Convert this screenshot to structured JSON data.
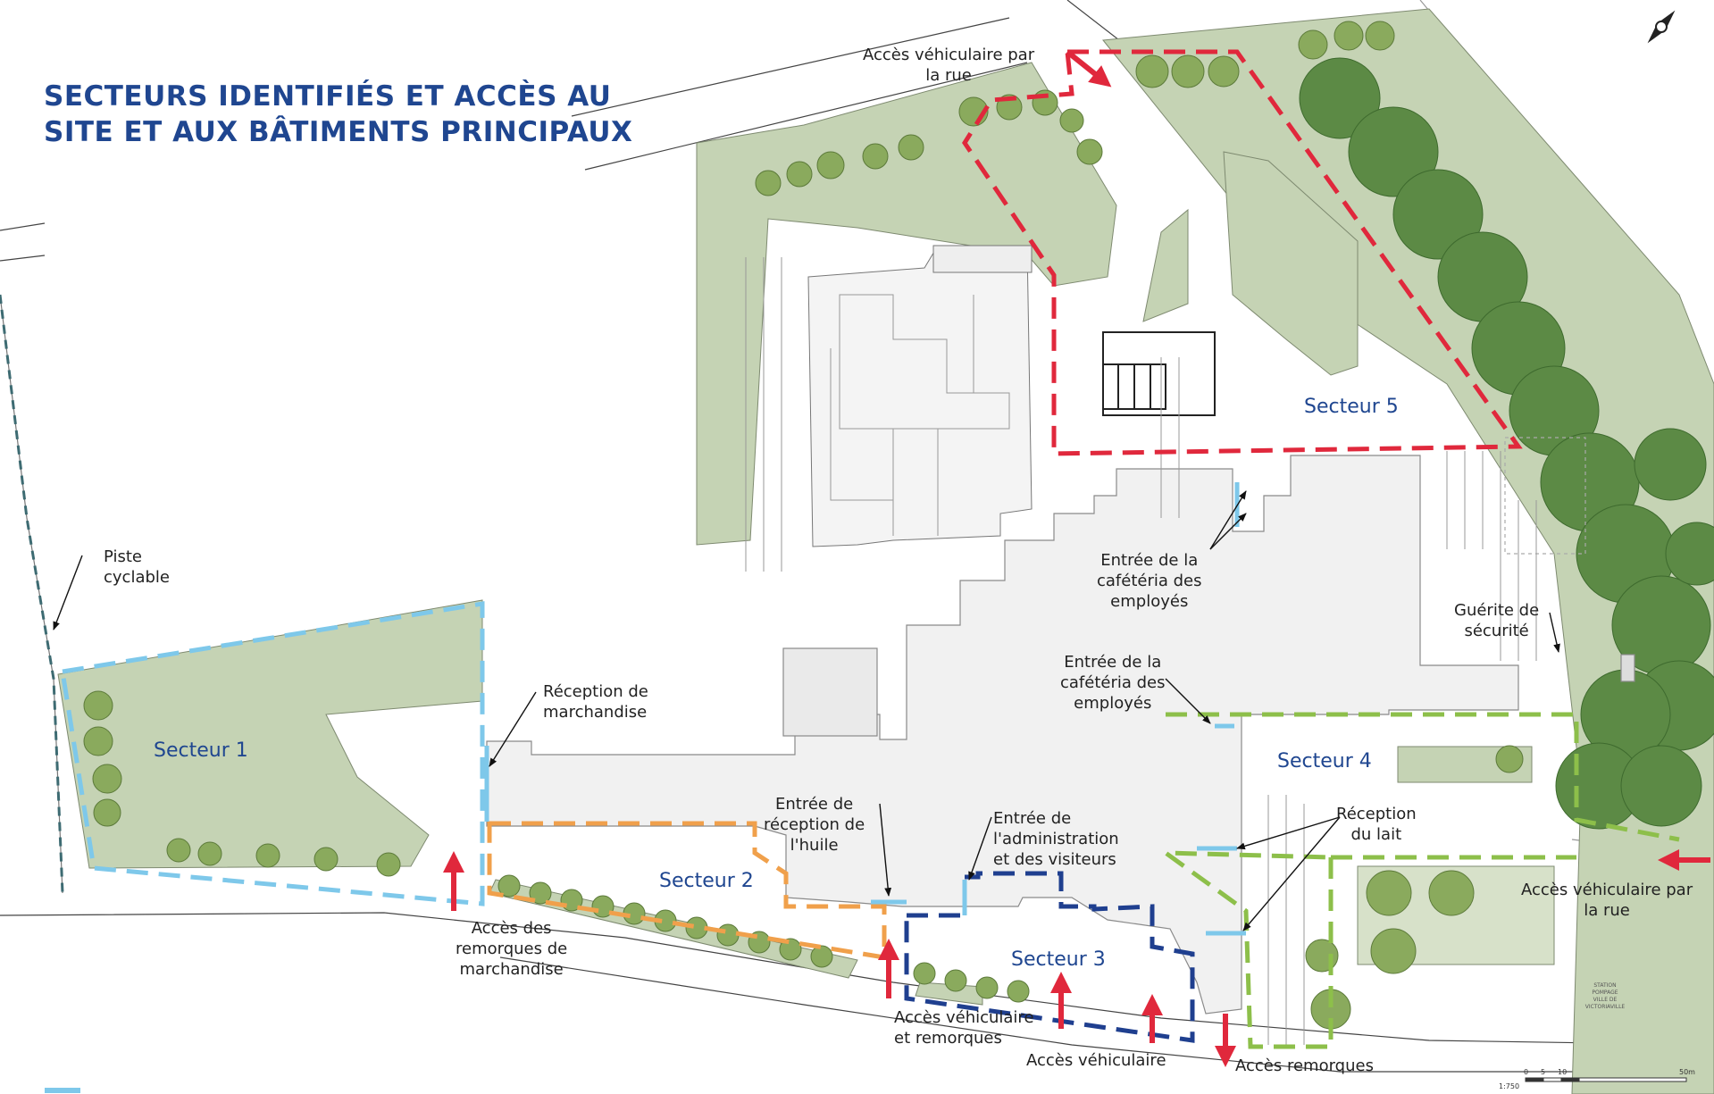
{
  "title": {
    "line1": "SECTEURS IDENTIFIÉS ET ACCÈS AU",
    "line2": "SITE ET AUX BÂTIMENTS PRINCIPAUX"
  },
  "sectors": {
    "s1": "Secteur 1",
    "s2": "Secteur 2",
    "s3": "Secteur 3",
    "s4": "Secteur 4",
    "s5": "Secteur 5"
  },
  "labels": {
    "acces_rue_top": [
      "Accès véhiculaire par",
      "la rue"
    ],
    "piste": [
      "Piste",
      "cyclable"
    ],
    "reception_marchandise": [
      "Réception de",
      "marchandise"
    ],
    "cafeteria_1": [
      "Entrée de la",
      "cafétéria des",
      "employés"
    ],
    "cafeteria_2": [
      "Entrée de la",
      "cafétéria des",
      "employés"
    ],
    "guerite": [
      "Guérite de",
      "sécurité"
    ],
    "reception_huile": [
      "Entrée de",
      "réception de",
      "l'huile"
    ],
    "admin": [
      "Entrée de",
      "l'administration",
      "et des visiteurs"
    ],
    "reception_lait": [
      "Réception",
      "du lait"
    ],
    "acces_rue_right": [
      "Accès véhiculaire par",
      "la rue"
    ],
    "remorques_marchandise": [
      "Accès des",
      "remorques de",
      "marchandise"
    ],
    "vehiculaire_remorques": [
      "Accès véhiculaire",
      "et remorques"
    ],
    "vehiculaire": "Accès véhiculaire",
    "remorques": "Accès remorques"
  },
  "scale": {
    "ratio": "1:750",
    "ticks": [
      "0",
      "5",
      "10",
      "50m"
    ]
  },
  "station": [
    "STATION",
    "POMPAGE",
    "VILLE DE",
    "VICTORIAVILLE"
  ],
  "colors": {
    "title": "#1f4690",
    "sector1": "#7ec8ea",
    "sector2": "#f0a04b",
    "sector3": "#1f3f8f",
    "sector4": "#8dbf4a",
    "sector5": "#e0283c",
    "arrow": "#e0283c",
    "green": "#c5d3b4",
    "building": "#f4f4f4"
  }
}
